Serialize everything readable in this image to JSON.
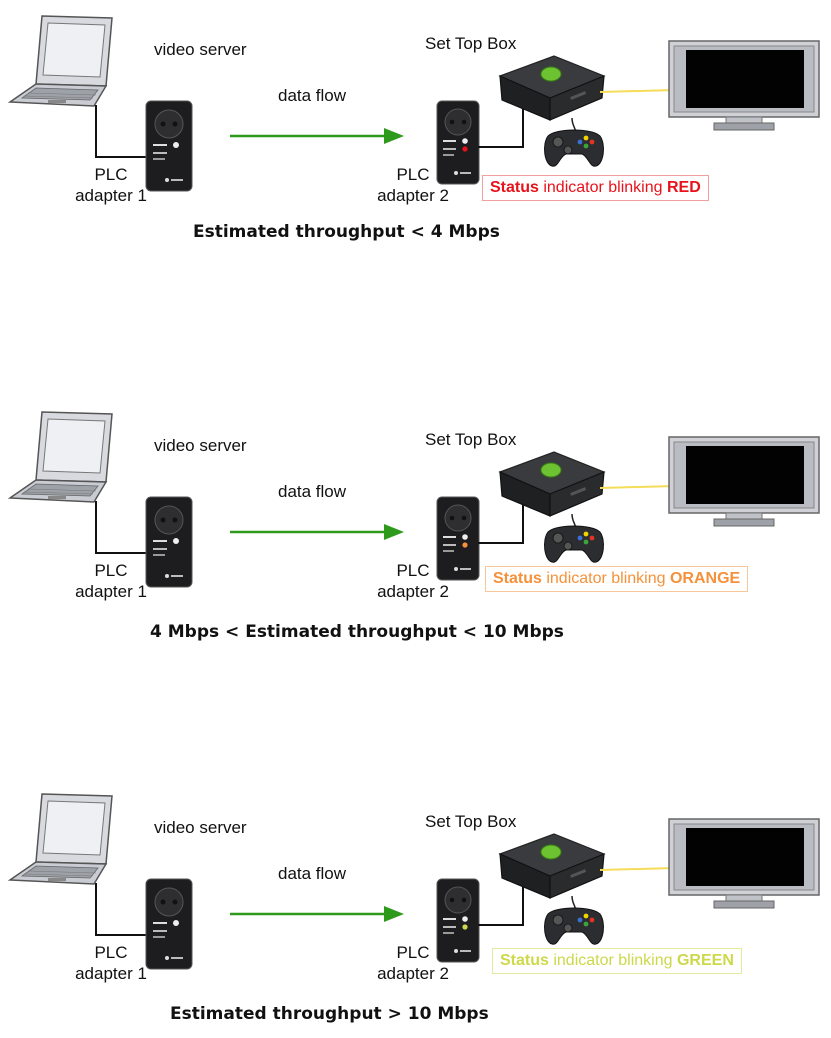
{
  "scenarios": [
    {
      "server_label": "video server",
      "flow_label": "data flow",
      "stb_label": "Set Top Box",
      "adapter1_line1": "PLC",
      "adapter1_line2": "adapter 1",
      "adapter2_line1": "PLC",
      "adapter2_line2": "adapter 2",
      "status_word": "Status",
      "status_middle": " indicator blinking ",
      "status_color_word": "RED",
      "status_color": "#e8121b",
      "status_border": "#f0a0a0",
      "caption": "Estimated throughput < 4 Mbps"
    },
    {
      "server_label": "video server",
      "flow_label": "data flow",
      "stb_label": "Set Top Box",
      "adapter1_line1": "PLC",
      "adapter1_line2": "adapter 1",
      "adapter2_line1": "PLC",
      "adapter2_line2": "adapter 2",
      "status_word": "Status",
      "status_middle": " indicator blinking ",
      "status_color_word": "ORANGE",
      "status_color": "#f5913a",
      "status_border": "#f8c79a",
      "caption": "4 Mbps < Estimated throughput < 10 Mbps"
    },
    {
      "server_label": "video server",
      "flow_label": "data flow",
      "stb_label": "Set Top Box",
      "adapter1_line1": "PLC",
      "adapter1_line2": "adapter 1",
      "adapter2_line1": "PLC",
      "adapter2_line2": "adapter 2",
      "status_word": "Status",
      "status_middle": " indicator blinking ",
      "status_color_word": "GREEN",
      "status_color": "#cdd84a",
      "status_border": "#e3ea9c",
      "caption": "Estimated throughput > 10 Mbps"
    }
  ],
  "colors": {
    "arrow": "#2e9a1c",
    "cable": "#f5dd5a",
    "wire": "#111111"
  }
}
